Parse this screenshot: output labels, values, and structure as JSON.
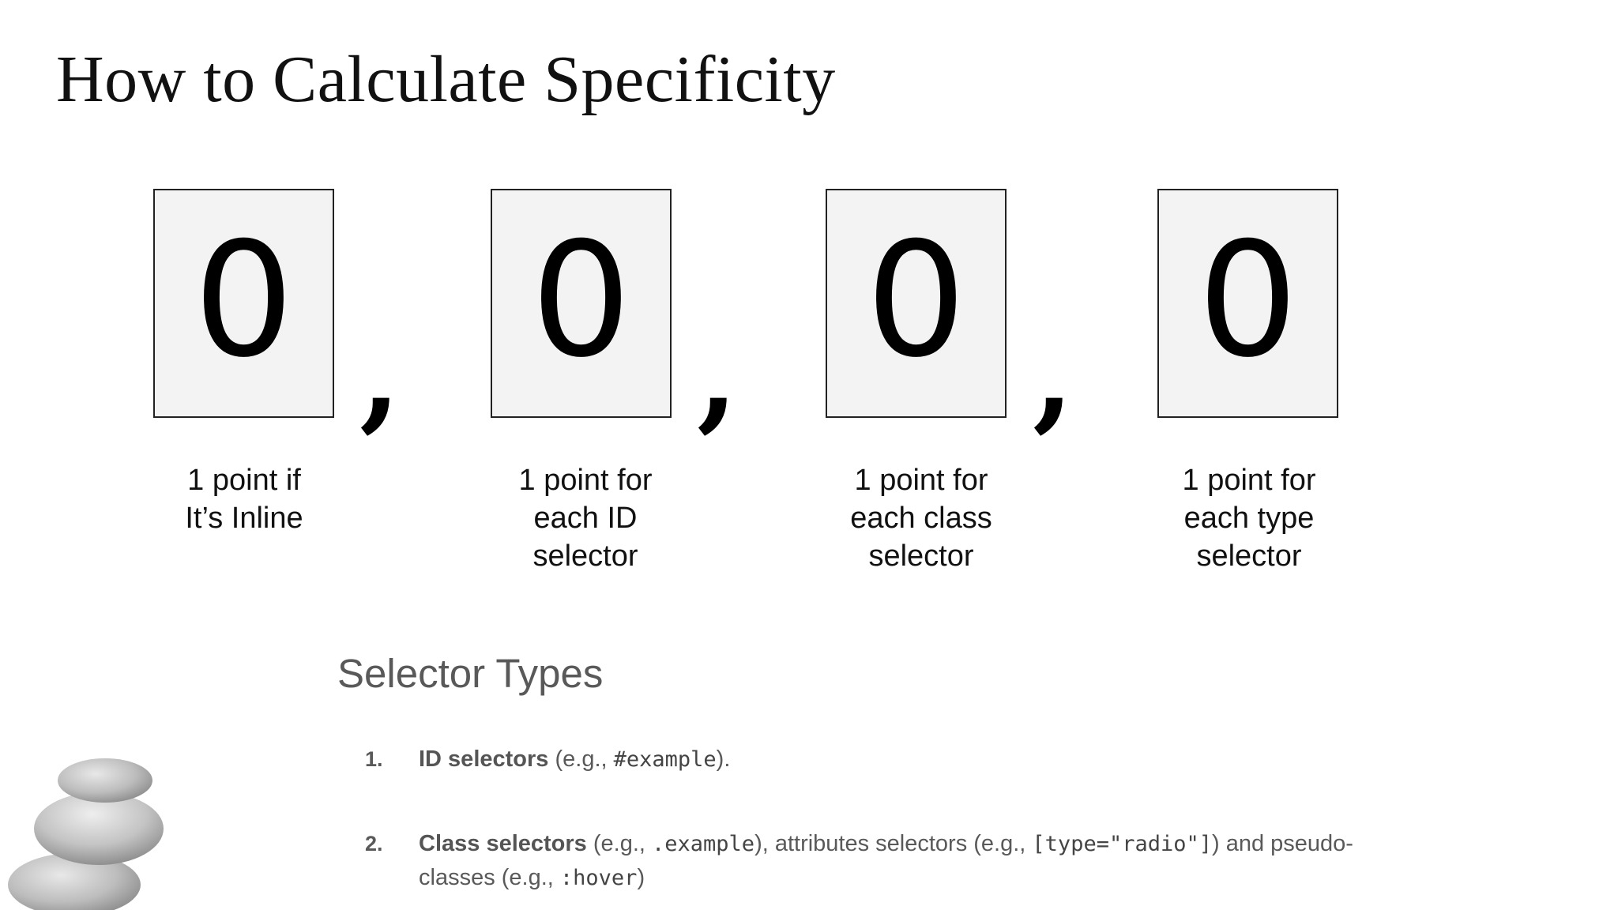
{
  "title": "How to Calculate Specificity",
  "specificity": {
    "digits": [
      "0",
      "0",
      "0",
      "0"
    ],
    "separator": ",",
    "captions": [
      [
        "1 point if",
        "It’s Inline"
      ],
      [
        "1 point for",
        "each ID",
        "selector"
      ],
      [
        "1 point for",
        "each class",
        "selector"
      ],
      [
        "1 point for",
        "each type",
        "selector"
      ]
    ]
  },
  "selector_types": {
    "heading": "Selector Types",
    "items": [
      {
        "number": "1.",
        "bold": "ID selectors",
        "text_1": " (e.g., ",
        "code_1": "#example",
        "text_2": ")."
      },
      {
        "number": "2.",
        "bold": "Class selectors",
        "text_1": " (e.g., ",
        "code_1": ".example",
        "text_2": "), attributes selectors (e.g., ",
        "code_2": "[type=\"radio\"]",
        "text_3": ") and pseudo-classes (e.g., ",
        "code_3": ":hover",
        "text_4": ")"
      }
    ]
  },
  "decoration": {
    "image": "stacked-stones-image"
  }
}
